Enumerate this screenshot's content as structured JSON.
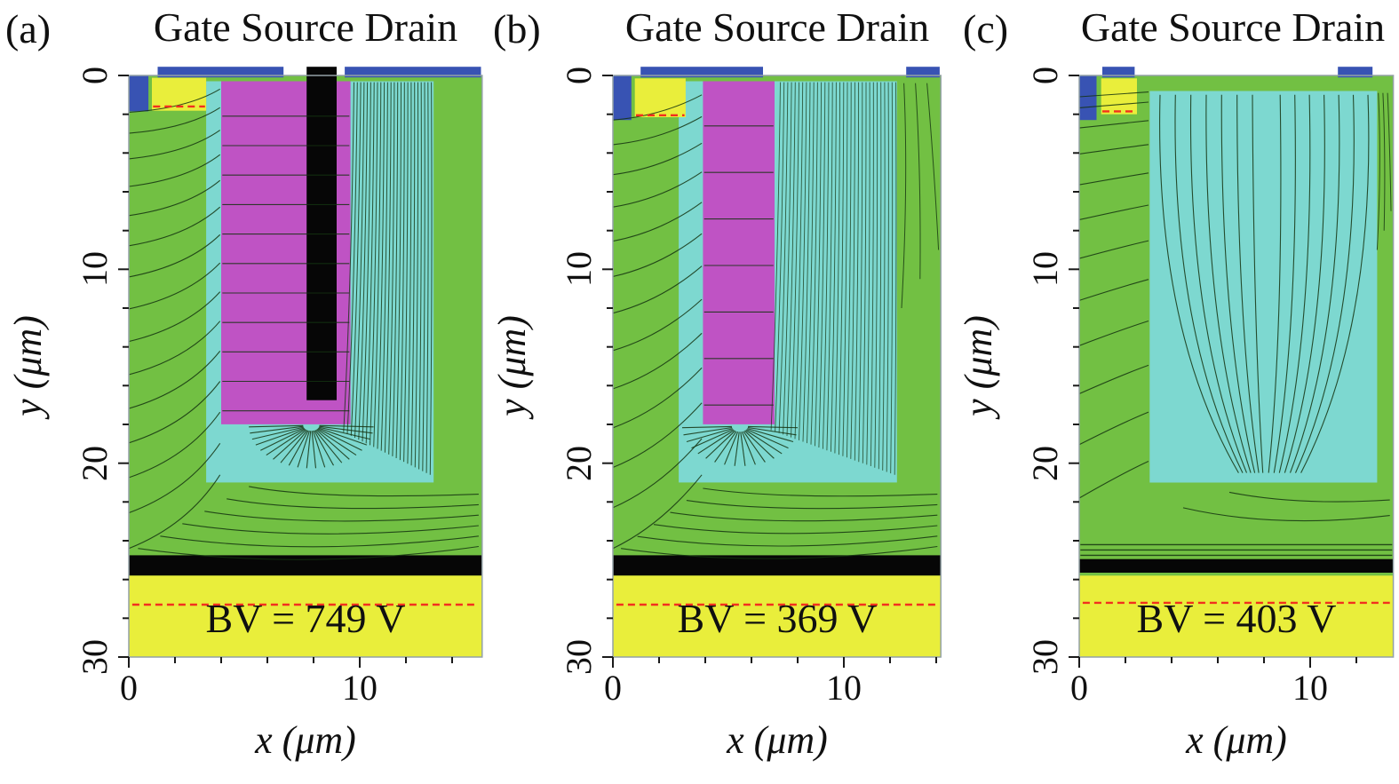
{
  "palette": {
    "green": "#72c043",
    "cyan": "#7dd8d0",
    "magenta": "#bf53c4",
    "yellow": "#e9ee3b",
    "blue": "#3853b3",
    "black": "#060606",
    "red": "#f2301e",
    "contour": "#143310",
    "frame": "#93a1a6",
    "tick": "#1a1a1a"
  },
  "chart_data": [
    {
      "type": "heatmap",
      "label": "(a)",
      "title": "Gate Source Drain",
      "xlabel": "x (μm)",
      "ylabel": "y (μm)",
      "xlim": [
        0,
        15.3
      ],
      "ylim": [
        0,
        30
      ],
      "xticks": [
        "0",
        "10"
      ],
      "yticks": [
        "0",
        "10",
        "20",
        "30"
      ],
      "breakdown_voltage_label": "BV = 749 V",
      "regions": [
        {
          "name": "n-drift-epi",
          "color": "green",
          "r": [
            0,
            0,
            15.3,
            30
          ]
        },
        {
          "name": "depletion-region",
          "color": "cyan",
          "r": [
            3.35,
            0.3,
            9.85,
            20.7
          ]
        },
        {
          "name": "p-pillar",
          "color": "magenta",
          "r": [
            4.0,
            0.3,
            5.6,
            17.7
          ]
        },
        {
          "name": "trench-fill",
          "color": "black",
          "r": [
            7.7,
            -0.45,
            1.3,
            17.2
          ]
        },
        {
          "name": "substrate-interface",
          "color": "black",
          "r": [
            0,
            24.75,
            15.3,
            1.05
          ]
        },
        {
          "name": "substrate",
          "color": "yellow",
          "r": [
            0,
            25.8,
            15.3,
            4.2
          ]
        },
        {
          "name": "gate-contact",
          "color": "blue",
          "r": [
            0,
            0,
            0.85,
            1.85
          ]
        },
        {
          "name": "source-contact",
          "color": "blue",
          "r": [
            1.25,
            -0.45,
            5.45,
            0.55
          ]
        },
        {
          "name": "drain-contact",
          "color": "blue",
          "r": [
            9.35,
            -0.45,
            5.9,
            0.55
          ]
        },
        {
          "name": "source-region",
          "color": "yellow",
          "r": [
            1.0,
            0.12,
            2.35,
            1.7
          ]
        }
      ],
      "dashed_lines": [
        {
          "x1": 1.05,
          "y": 1.6,
          "x2": 3.3
        },
        {
          "x1": 0.15,
          "y": 27.3,
          "x2": 15.15
        }
      ],
      "contours": [
        {
          "type": "quadset",
          "n": 15,
          "pow": 1.15,
          "a0": [
            0,
            1.9
          ],
          "a1": [
            0,
            24.4
          ],
          "c0": [
            2.55,
            1.7
          ],
          "c1": [
            2.55,
            23.2
          ],
          "b0": [
            3.95,
            0.7
          ],
          "b1": [
            3.95,
            20.6
          ]
        },
        {
          "type": "quadset",
          "n": 11,
          "a0": [
            4.05,
            2.1
          ],
          "a1": [
            4.05,
            17.3
          ],
          "c0": [
            6.8,
            2.1
          ],
          "c1": [
            6.8,
            17.3
          ],
          "b0": [
            9.55,
            2.1
          ],
          "b1": [
            9.55,
            17.3
          ]
        },
        {
          "type": "quadset",
          "n": 24,
          "w": 1.0,
          "o": 0.8,
          "a0": [
            9.75,
            0.35
          ],
          "a1": [
            13.1,
            0.35
          ],
          "c0": [
            9.65,
            10.5
          ],
          "c1": [
            13.15,
            11
          ],
          "b0": [
            9.3,
            18.4
          ],
          "b1": [
            13.05,
            20.6
          ]
        },
        {
          "type": "fan",
          "n": 22,
          "c": [
            7.9,
            18.05
          ],
          "r0": 0.35,
          "r1": 2.7,
          "ry": 0.82,
          "ang0": 178,
          "ang1": 2
        },
        {
          "type": "quadset",
          "n": 6,
          "a0": [
            0.4,
            24.4
          ],
          "a1": [
            5.2,
            21.2
          ],
          "c0": [
            7.5,
            25.6
          ],
          "c1": [
            8.3,
            21.9
          ],
          "b0": [
            15.15,
            24.3
          ],
          "b1": [
            15.15,
            21.6
          ]
        }
      ]
    },
    {
      "type": "heatmap",
      "label": "(b)",
      "title": "Gate Source Drain",
      "xlabel": "x (μm)",
      "ylabel": "y (μm)",
      "xlim": [
        0,
        14.2
      ],
      "ylim": [
        0,
        30
      ],
      "xticks": [
        "0",
        "10"
      ],
      "yticks": [
        "0",
        "10",
        "20",
        "30"
      ],
      "breakdown_voltage_label": "BV = 369 V",
      "regions": [
        {
          "name": "n-drift-epi",
          "color": "green",
          "r": [
            0,
            0,
            14.2,
            30
          ]
        },
        {
          "name": "depletion-region",
          "color": "cyan",
          "r": [
            2.85,
            0.3,
            9.45,
            20.7
          ]
        },
        {
          "name": "p-pillar",
          "color": "magenta",
          "r": [
            3.9,
            0.3,
            3.1,
            17.7
          ]
        },
        {
          "name": "substrate-interface",
          "color": "black",
          "r": [
            0,
            24.75,
            14.2,
            1.05
          ]
        },
        {
          "name": "substrate",
          "color": "yellow",
          "r": [
            0,
            25.8,
            14.2,
            4.2
          ]
        },
        {
          "name": "gate-contact",
          "color": "blue",
          "r": [
            0,
            0,
            0.8,
            2.3
          ]
        },
        {
          "name": "source-contact",
          "color": "blue",
          "r": [
            1.2,
            -0.45,
            5.3,
            0.55
          ]
        },
        {
          "name": "drain-contact",
          "color": "blue",
          "r": [
            12.7,
            -0.45,
            1.45,
            0.55
          ]
        },
        {
          "name": "source-region",
          "color": "yellow",
          "r": [
            0.95,
            0.15,
            2.2,
            2.0
          ]
        }
      ],
      "dashed_lines": [
        {
          "x1": 1.0,
          "y": 2.05,
          "x2": 3.1
        },
        {
          "x1": 0.15,
          "y": 27.3,
          "x2": 14.05
        }
      ],
      "contours": [
        {
          "type": "quadset",
          "n": 13,
          "pow": 1.15,
          "a0": [
            0,
            2.3
          ],
          "a1": [
            0,
            24.4
          ],
          "c0": [
            2.1,
            2.1
          ],
          "c1": [
            2.1,
            23.2
          ],
          "b0": [
            3.85,
            1.0
          ],
          "b1": [
            3.85,
            20.6
          ]
        },
        {
          "type": "quadset",
          "n": 7,
          "a0": [
            3.95,
            2.6
          ],
          "a1": [
            3.95,
            17.0
          ],
          "c0": [
            5.45,
            2.6
          ],
          "c1": [
            5.45,
            17.0
          ],
          "b0": [
            6.95,
            2.6
          ],
          "b1": [
            6.95,
            17.0
          ]
        },
        {
          "type": "quadset",
          "n": 32,
          "w": 0.9,
          "o": 0.75,
          "a0": [
            7.25,
            0.35
          ],
          "a1": [
            12.25,
            0.35
          ],
          "c0": [
            7.15,
            10
          ],
          "c1": [
            12.3,
            10.5
          ],
          "b0": [
            6.85,
            18.3
          ],
          "b1": [
            12.2,
            20.6
          ]
        },
        {
          "type": "fan",
          "n": 18,
          "c": [
            5.5,
            18.1
          ],
          "r0": 0.35,
          "r1": 2.5,
          "ry": 0.82,
          "ang0": 178,
          "ang1": 2
        },
        {
          "type": "quadset",
          "n": 6,
          "a0": [
            0.35,
            24.4
          ],
          "a1": [
            3.9,
            21.3
          ],
          "c0": [
            6.8,
            25.5
          ],
          "c1": [
            7.3,
            21.9
          ],
          "b0": [
            14.05,
            24.3
          ],
          "b1": [
            14.05,
            21.6
          ]
        },
        {
          "type": "quadset",
          "n": 3,
          "w": 1.0,
          "o": 0.8,
          "a0": [
            12.6,
            0.4
          ],
          "a1": [
            13.6,
            0.4
          ],
          "c0": [
            12.8,
            5.5
          ],
          "c1": [
            13.9,
            4.5
          ],
          "b0": [
            12.5,
            12
          ],
          "b1": [
            14.1,
            9
          ]
        }
      ]
    },
    {
      "type": "heatmap",
      "label": "(c)",
      "title": "Gate Source Drain",
      "xlabel": "x (μm)",
      "ylabel": "y (μm)",
      "xlim": [
        0,
        13.6
      ],
      "ylim": [
        0,
        30
      ],
      "xticks": [
        "0",
        "10"
      ],
      "yticks": [
        "0",
        "10",
        "20",
        "30"
      ],
      "breakdown_voltage_label": "BV = 403 V",
      "regions": [
        {
          "name": "n-drift-epi",
          "color": "green",
          "r": [
            0,
            0,
            13.6,
            30
          ]
        },
        {
          "name": "depletion-region",
          "color": "cyan",
          "r": [
            3.05,
            0.8,
            9.85,
            20.2
          ]
        },
        {
          "name": "substrate-interface",
          "color": "black",
          "r": [
            0,
            24.95,
            13.6,
            0.7
          ]
        },
        {
          "name": "substrate",
          "color": "yellow",
          "r": [
            0,
            25.8,
            13.6,
            4.2
          ]
        },
        {
          "name": "gate-contact",
          "color": "blue",
          "r": [
            0,
            0,
            0.75,
            2.3
          ]
        },
        {
          "name": "source-contact",
          "color": "blue",
          "r": [
            1.0,
            -0.45,
            1.4,
            0.55
          ]
        },
        {
          "name": "drain-contact",
          "color": "blue",
          "r": [
            11.2,
            -0.45,
            1.5,
            0.55
          ]
        },
        {
          "name": "source-region",
          "color": "yellow",
          "r": [
            0.95,
            0.15,
            1.55,
            1.85
          ]
        }
      ],
      "dashed_lines": [
        {
          "x1": 1.0,
          "y": 1.85,
          "x2": 2.45
        },
        {
          "x1": 0.15,
          "y": 27.2,
          "x2": 13.45
        }
      ],
      "contours": [
        {
          "type": "quadset",
          "n": 12,
          "pow": 1.5,
          "a0": [
            0,
            1.1
          ],
          "a1": [
            0,
            21.8
          ],
          "c0": [
            1.9,
            0.95
          ],
          "c1": [
            1.9,
            20.5
          ],
          "b0": [
            3.0,
            0.85
          ],
          "b1": [
            3.0,
            19.9
          ]
        },
        {
          "type": "quadset",
          "n": 7,
          "a0": [
            3.5,
            1.0
          ],
          "a1": [
            7.5,
            1.0
          ],
          "c0": [
            3.25,
            13
          ],
          "c1": [
            7.55,
            13
          ],
          "b0": [
            6.9,
            20.5
          ],
          "b1": [
            7.95,
            20.5
          ]
        },
        {
          "type": "quadset",
          "n": 7,
          "a0": [
            12.5,
            1.0
          ],
          "a1": [
            8.7,
            1.0
          ],
          "c0": [
            12.85,
            13
          ],
          "c1": [
            8.85,
            13
          ],
          "b0": [
            9.6,
            20.5
          ],
          "b1": [
            8.2,
            20.5
          ]
        },
        {
          "type": "quadset",
          "n": 2,
          "a0": [
            4.5,
            22.3
          ],
          "a1": [
            6.5,
            21.5
          ],
          "c0": [
            8.5,
            23.4
          ],
          "c1": [
            9.5,
            22.2
          ],
          "b0": [
            13.45,
            22.7
          ],
          "b1": [
            13.45,
            21.9
          ]
        },
        {
          "type": "quadset",
          "n": 3,
          "w": 1.0,
          "o": 0.8,
          "a0": [
            12.95,
            0.9
          ],
          "a1": [
            13.35,
            0.9
          ],
          "c0": [
            13.1,
            4.5
          ],
          "c1": [
            13.45,
            3.5
          ],
          "b0": [
            12.9,
            9
          ],
          "b1": [
            13.5,
            7
          ]
        },
        {
          "type": "quadset",
          "n": 3,
          "w": 1.4,
          "a0": [
            0.05,
            24.2
          ],
          "a1": [
            0.05,
            24.75
          ],
          "c0": [
            6.8,
            24.2
          ],
          "c1": [
            6.8,
            24.75
          ],
          "b0": [
            13.55,
            24.2
          ],
          "b1": [
            13.55,
            24.75
          ]
        }
      ]
    }
  ]
}
